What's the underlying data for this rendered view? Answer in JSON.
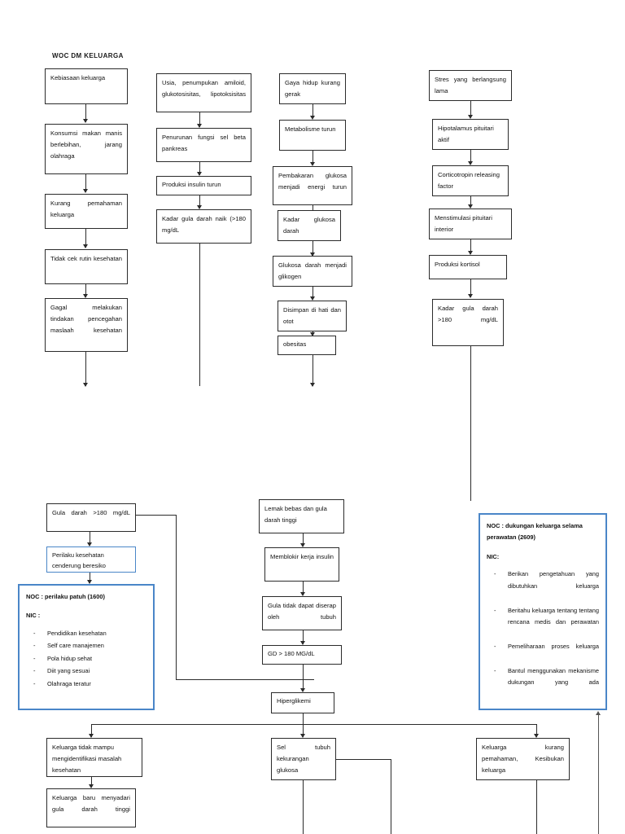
{
  "document": {
    "title": "WOC DM KELUARGA"
  },
  "colors": {
    "box_border": "#2b2b2b",
    "noc_border": "#4a86c8",
    "background": "#ffffff",
    "text": "#111111"
  },
  "flow": {
    "column_1": {
      "name": "kebiasaan-keluarga-chain",
      "nodes": [
        {
          "id": "c1n1",
          "text": "Kebiasaan keluarga"
        },
        {
          "id": "c1n2",
          "text": "Konsumsi makan manis berlebihan, jarang olahraga"
        },
        {
          "id": "c1n3",
          "text": "Kurang pemahaman keluarga"
        },
        {
          "id": "c1n4",
          "text": "Tidak cek rutin kesehatan"
        },
        {
          "id": "c1n5",
          "text": "Gagal melakukan tindakan pencegahan maslaah kesehatan"
        }
      ]
    },
    "column_2": {
      "name": "usia-amiloid-chain",
      "nodes": [
        {
          "id": "c2n1",
          "text": "Usia, penumpukan amiloid, glukotosisitas, lipotoksisitas"
        },
        {
          "id": "c2n2",
          "text": "Penurunan fungsi sel beta pankreas"
        },
        {
          "id": "c2n3",
          "text": "Produksi insulin turun"
        },
        {
          "id": "c2n4",
          "text": "Kadar gula darah naik (>180 mg/dL"
        }
      ]
    },
    "column_3": {
      "name": "gaya-hidup-chain",
      "nodes": [
        {
          "id": "c3n1",
          "text": "Gaya hidup kurang gerak"
        },
        {
          "id": "c3n2",
          "text": "Metabolisme turun"
        },
        {
          "id": "c3n3",
          "text": "Pembakaran glukosa menjadi energi turun"
        },
        {
          "id": "c3n4",
          "text": "Kadar glukosa darah"
        },
        {
          "id": "c3n5",
          "text": "Glukosa darah menjadi glikogen"
        },
        {
          "id": "c3n6",
          "text": "Disimpan di hati dan otot"
        },
        {
          "id": "c3n7",
          "text": "obesitas"
        }
      ]
    },
    "column_4": {
      "name": "stres-chain",
      "nodes": [
        {
          "id": "c4n1",
          "text": "Stres yang berlangsung lama"
        },
        {
          "id": "c4n2",
          "text": "Hipotalamus pituitari aktif"
        },
        {
          "id": "c4n3",
          "text": "Corticotropin releasing factor"
        },
        {
          "id": "c4n4",
          "text": "Menstimulasi pituitari interior"
        },
        {
          "id": "c4n5",
          "text": "Produksi kortisol"
        },
        {
          "id": "c4n6",
          "text": "Kadar gula darah >180 mg/dL"
        }
      ]
    },
    "lower_left": {
      "name": "gula-darah-perilaku-chain",
      "nodes": [
        {
          "id": "l1n1",
          "text": "Gula darah >180 mg/dL"
        },
        {
          "id": "l1n2",
          "text": "Perilaku kesehatan cenderung beresiko"
        }
      ]
    },
    "lower_center": {
      "name": "lemak-bebas-chain",
      "nodes": [
        {
          "id": "l2n1",
          "text": "Lemak bebas dan gula darah tinggi"
        },
        {
          "id": "l2n2",
          "text": "Memblokir kerja insulin"
        },
        {
          "id": "l2n3",
          "text": "Gula tidak dapat diserap oleh tubuh"
        },
        {
          "id": "l2n4",
          "text": "GD > 180 MG/dL"
        },
        {
          "id": "l2n5",
          "text": "Hiperglikemi"
        }
      ]
    },
    "bottom_row": {
      "name": "hiperglikemi-outcomes",
      "nodes": [
        {
          "id": "b1",
          "text": "Keluarga tidak mampu mengidentifikasi masalah kesehatan"
        },
        {
          "id": "b2",
          "text": "Sel tubuh kekurangan glukosa"
        },
        {
          "id": "b3",
          "text": "Keluarga kurang pemahaman, Kesibukan keluarga"
        },
        {
          "id": "b4",
          "text": "Keluarga baru menyadari gula darah tinggi"
        }
      ]
    }
  },
  "noc_left": {
    "name": "noc-perilaku-patuh",
    "heading": "NOC : perilaku patuh (1600)",
    "subheading": "NIC :",
    "items": [
      "Pendidikan kesehatan",
      "Self care manajemen",
      "Pola hidup sehat",
      "Diit yang sesuai",
      "Olahraga teratur"
    ]
  },
  "noc_right": {
    "name": "noc-dukungan-keluarga",
    "heading": "NOC : dukungan keluarga selama perawatan (2609)",
    "subheading": "NIC:",
    "items": [
      "Berikan pengetahuan yang dibutuhkan keluarga",
      "Beritahu keluarga tentang tentang rencana medis dan perawatan",
      "Pemeliharaan proses keluarga",
      "Bantul menggunakan mekanisme dukungan yang ada"
    ]
  }
}
